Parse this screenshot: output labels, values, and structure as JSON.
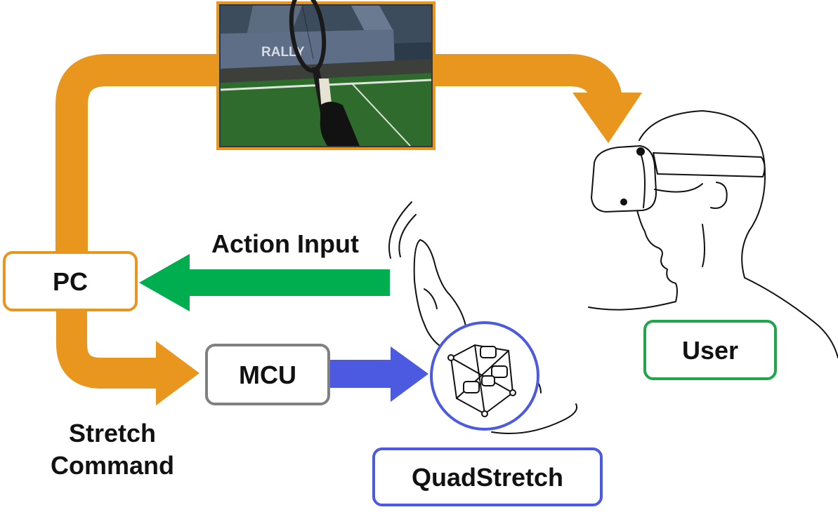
{
  "colors": {
    "pc_flow": "#E8961E",
    "action_input": "#00AE4F",
    "mcu_flow": "#4B5AE0",
    "pc_border": "#E8961E",
    "mcu_border": "#808080",
    "user_border": "#1FA64A",
    "quadstretch_border": "#4B5AE0",
    "line_art": "#111111"
  },
  "labels": {
    "pc": "PC",
    "mcu": "MCU",
    "user": "User",
    "quadstretch": "QuadStretch",
    "action_input": "Action Input",
    "stretch_command_line1": "Stretch",
    "stretch_command_line2": "Command"
  },
  "vr_scene": {
    "banner": "RALLY"
  }
}
